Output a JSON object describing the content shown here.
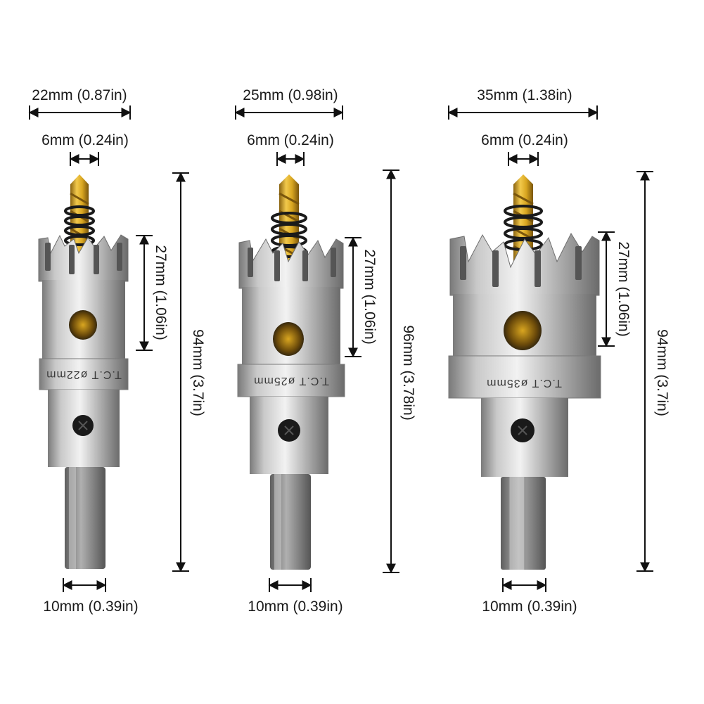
{
  "tools": [
    {
      "id": "cutter-22",
      "engraving": "T.C.T ø22mm",
      "outer_diameter": "22mm (0.87in)",
      "drill_diameter": "6mm (0.24in)",
      "cut_depth": "27mm (1.06in)",
      "total_length": "94mm (3.7in)",
      "shank_diameter": "10mm (0.39in)",
      "shank_type": "round"
    },
    {
      "id": "cutter-25",
      "engraving": "T.C.T ø25mm",
      "outer_diameter": "25mm (0.98in)",
      "drill_diameter": "6mm (0.24in)",
      "cut_depth": "27mm (1.06in)",
      "total_length": "96mm (3.78in)",
      "shank_diameter": "10mm (0.39in)",
      "shank_type": "round"
    },
    {
      "id": "cutter-35",
      "engraving": "T.C.T ø35mm",
      "outer_diameter": "35mm (1.38in)",
      "drill_diameter": "6mm (0.24in)",
      "cut_depth": "27mm (1.06in)",
      "total_length": "94mm (3.7in)",
      "shank_diameter": "10mm (0.39in)",
      "shank_type": "hex"
    }
  ],
  "colors": {
    "steel_light": "#e2e2e2",
    "steel_mid": "#a8a8a8",
    "steel_dark": "#6e6e6e",
    "drill_gold": "#d9a620",
    "drill_gold_dark": "#8a6310",
    "spring": "#1a1a1a",
    "dimension_line": "#111111"
  }
}
